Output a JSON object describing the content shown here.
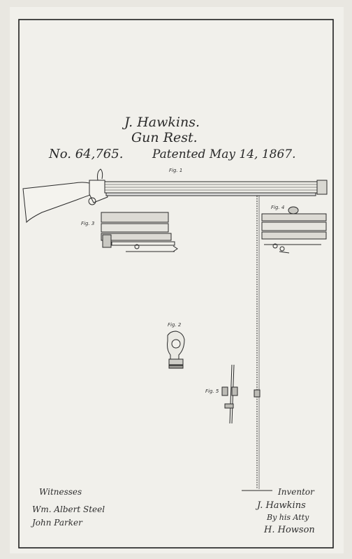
{
  "drawing": {
    "inventor_name": "J. Hawkins.",
    "title": "Gun Rest.",
    "patent_number": "No. 64,765.",
    "patent_date": "Patented May 14, 1867.",
    "figures": {
      "fig1": "Fig. 1",
      "fig2": "Fig. 2",
      "fig3": "Fig. 3",
      "fig4": "Fig. 4",
      "fig5": "Fig. 5"
    }
  },
  "signatures": {
    "witnesses_label": "Witnesses",
    "witness_1": "Wm. Albert Steel",
    "witness_2": "John Parker",
    "inventor_label": "Inventor",
    "inventor_signature": "J. Hawkins",
    "attorney_line": "By his Atty",
    "attorney_signature": "H. Howson"
  },
  "colors": {
    "paper": "#f1f0eb",
    "ink": "#2a2a2a",
    "background": "#e9e7e1"
  }
}
